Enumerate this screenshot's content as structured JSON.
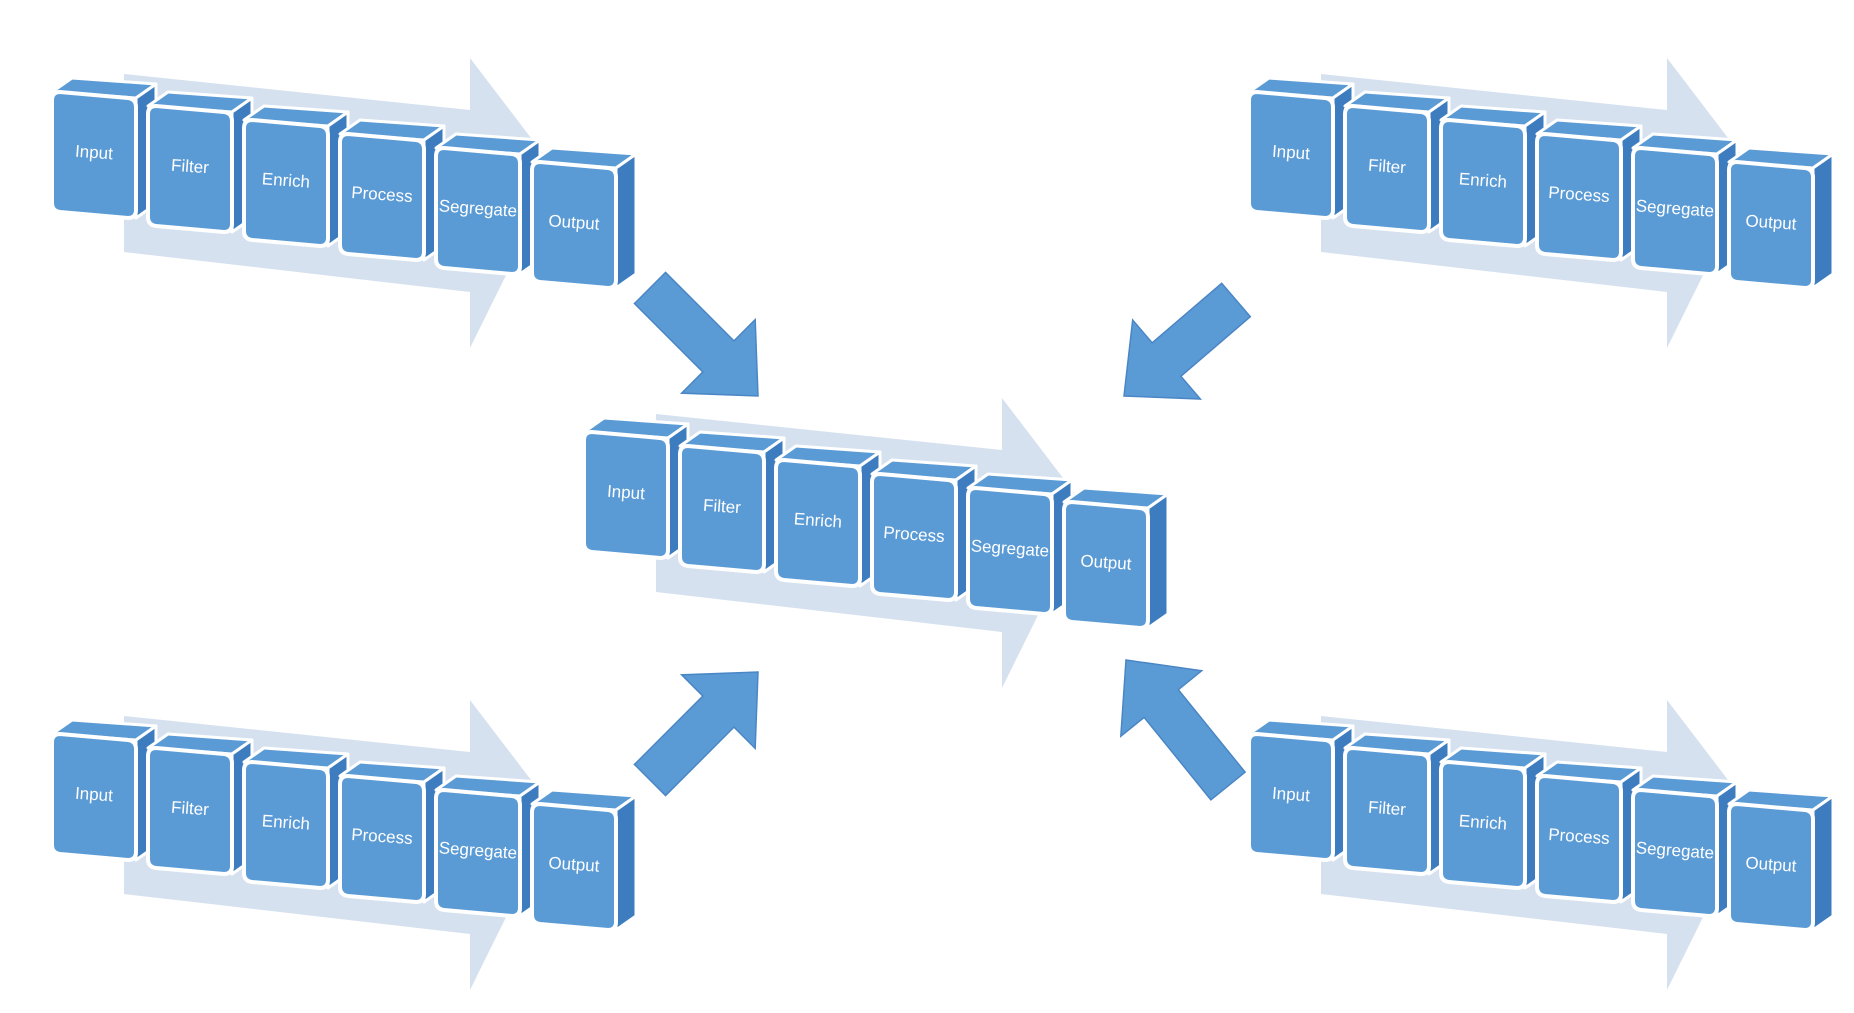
{
  "stages": [
    "Input",
    "Filter",
    "Enrich",
    "Process",
    "Segregate",
    "Output"
  ],
  "pipelines": [
    {
      "id": "top-left"
    },
    {
      "id": "top-right"
    },
    {
      "id": "center"
    },
    {
      "id": "bottom-left"
    },
    {
      "id": "bottom-right"
    }
  ],
  "colors": {
    "box": "#5b9bd5",
    "box_side": "#3d7cbf",
    "box_border": "#ffffff",
    "big_arrow": "#d6e1ef",
    "connector_arrow": "#5b9bd5",
    "label": "#ffffff"
  }
}
